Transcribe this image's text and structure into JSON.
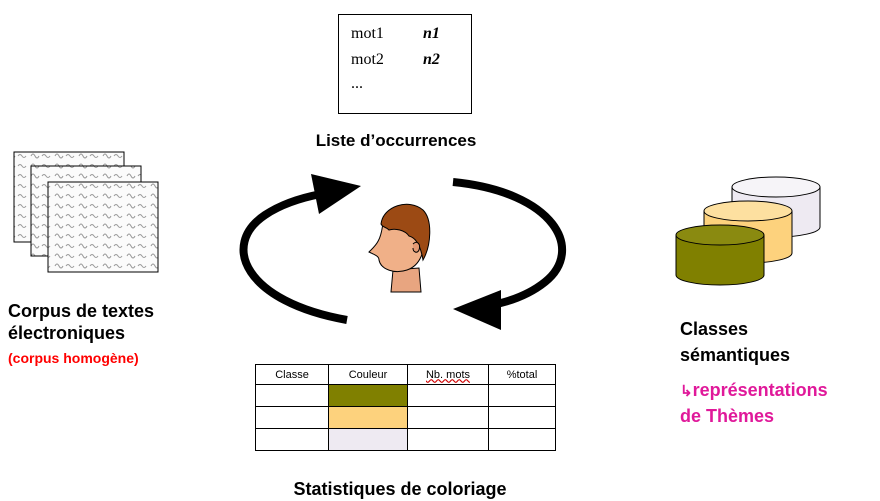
{
  "occurrences": {
    "rows": [
      {
        "word": "mot1",
        "count": "n1"
      },
      {
        "word": "mot2",
        "count": "n2"
      },
      {
        "word": "...",
        "count": ""
      }
    ],
    "title": "Liste d’occurrences"
  },
  "corpus": {
    "title_line1": "Corpus de textes",
    "title_line2": "électroniques",
    "subtitle": "(corpus homogène)",
    "subtitle_color": "#ff0000"
  },
  "classes": {
    "title_line1": "Classes",
    "title_line2": "sémantiques",
    "themes_line1": "représentations",
    "themes_line2": "de Thèmes",
    "themes_color": "#e0199a",
    "cylinder_colors": [
      "#808000",
      "#fdd27d",
      "#eeeaf2"
    ]
  },
  "stats": {
    "headers": [
      "Classe",
      "Couleur",
      "Nb. mots",
      "%total"
    ],
    "rows": [
      {
        "classe": "",
        "couleur": "#808000",
        "nb": "",
        "total": ""
      },
      {
        "classe": "",
        "couleur": "#fdd27d",
        "nb": "",
        "total": ""
      },
      {
        "classe": "",
        "couleur": "#eeeaf2",
        "nb": "",
        "total": ""
      }
    ],
    "title": "Statistiques de coloriage"
  },
  "icons": {
    "documents": "documents-stack-icon",
    "person": "person-head-icon",
    "cycle": "cycle-arrows-icon",
    "cylinders": "database-cylinders-icon"
  }
}
